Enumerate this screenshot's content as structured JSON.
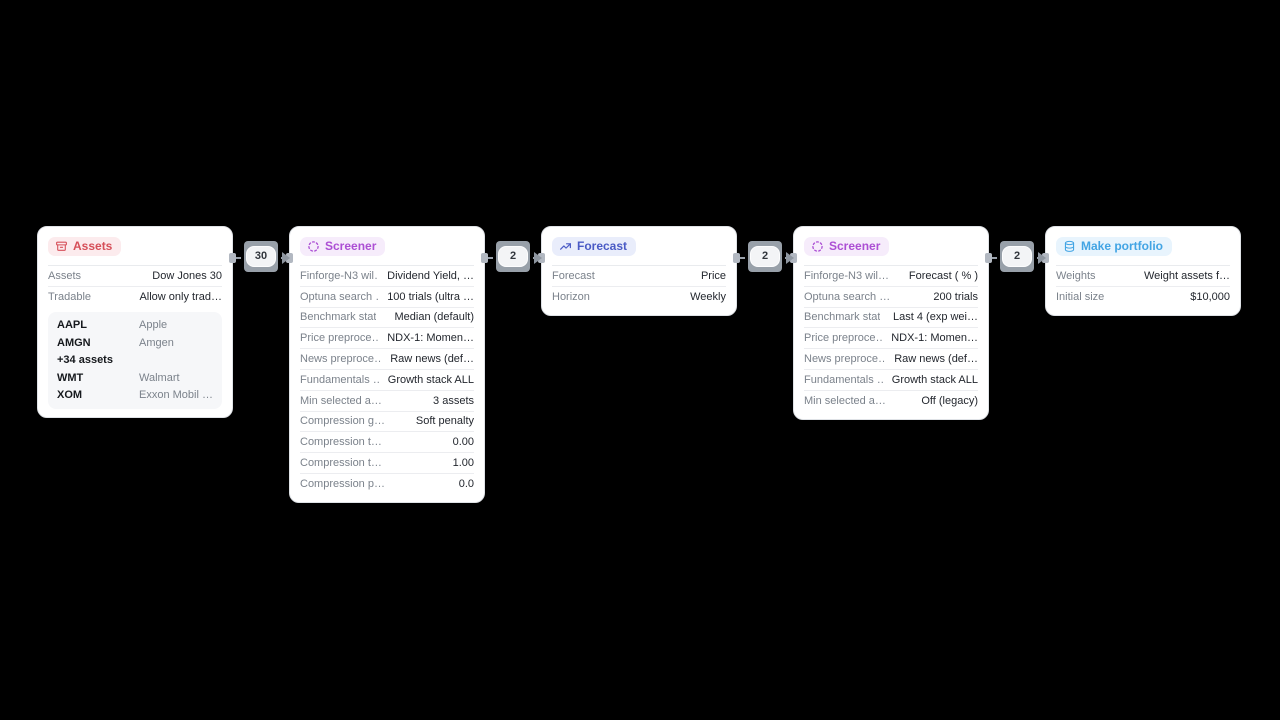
{
  "app": {
    "kind": "pipeline-flow-editor",
    "background": "#000000"
  },
  "nodes": [
    {
      "id": "assets",
      "title": "Assets",
      "icon": "bank-icon",
      "accent": {
        "text": "#d64f59",
        "bg": "#fcebed"
      },
      "rows": [
        {
          "label": "Assets",
          "value": "Dow Jones 30"
        },
        {
          "label": "Tradable",
          "value": "Allow only trad…"
        }
      ],
      "asset_list": [
        {
          "ticker": "AAPL",
          "name": "Apple"
        },
        {
          "ticker": "AMGN",
          "name": "Amgen"
        },
        {
          "ticker": "+34 assets",
          "name": ""
        },
        {
          "ticker": "WMT",
          "name": "Walmart"
        },
        {
          "ticker": "XOM",
          "name": "Exxon Mobil …"
        }
      ]
    },
    {
      "id": "screener-1",
      "title": "Screener",
      "icon": "dashed-circle-icon",
      "accent": {
        "text": "#ac4fd4",
        "bg": "#f6ecfb"
      },
      "rows": [
        {
          "label": "Finforge-N3 wil…",
          "value": "Dividend Yield, …"
        },
        {
          "label": "Optuna search …",
          "value": "100 trials (ultra …"
        },
        {
          "label": "Benchmark stat",
          "value": "Median (default)"
        },
        {
          "label": "Price preproce…",
          "value": "NDX-1: Momen…"
        },
        {
          "label": "News preproce…",
          "value": "Raw news (def…"
        },
        {
          "label": "Fundamentals …",
          "value": "Growth stack ALL"
        },
        {
          "label": "Min selected a…",
          "value": "3 assets"
        },
        {
          "label": "Compression g…",
          "value": "Soft penalty"
        },
        {
          "label": "Compression t…",
          "value": "0.00"
        },
        {
          "label": "Compression t…",
          "value": "1.00"
        },
        {
          "label": "Compression p…",
          "value": "0.0"
        }
      ]
    },
    {
      "id": "forecast",
      "title": "Forecast",
      "icon": "trend-up-icon",
      "accent": {
        "text": "#4a5ac5",
        "bg": "#e9edfb"
      },
      "rows": [
        {
          "label": "Forecast",
          "value": "Price"
        },
        {
          "label": "Horizon",
          "value": "Weekly"
        }
      ]
    },
    {
      "id": "screener-2",
      "title": "Screener",
      "icon": "dashed-circle-icon",
      "accent": {
        "text": "#ac4fd4",
        "bg": "#f6ecfb"
      },
      "rows": [
        {
          "label": "Finforge-N3 wil…",
          "value": "Forecast ( % )"
        },
        {
          "label": "Optuna search …",
          "value": "200 trials"
        },
        {
          "label": "Benchmark stat",
          "value": "Last 4 (exp wei…"
        },
        {
          "label": "Price preproce…",
          "value": "NDX-1: Momen…"
        },
        {
          "label": "News preproce…",
          "value": "Raw news (def…"
        },
        {
          "label": "Fundamentals …",
          "value": "Growth stack ALL"
        },
        {
          "label": "Min selected a…",
          "value": "Off (legacy)"
        }
      ]
    },
    {
      "id": "make-portfolio",
      "title": "Make portfolio",
      "icon": "database-icon",
      "accent": {
        "text": "#42a4e4",
        "bg": "#e8f4fd"
      },
      "rows": [
        {
          "label": "Weights",
          "value": "Weight assets f…"
        },
        {
          "label": "Initial size",
          "value": "$10,000"
        }
      ]
    }
  ],
  "edges": [
    {
      "from": "assets",
      "to": "screener-1",
      "count": "30"
    },
    {
      "from": "screener-1",
      "to": "forecast",
      "count": "2"
    },
    {
      "from": "forecast",
      "to": "screener-2",
      "count": "2"
    },
    {
      "from": "screener-2",
      "to": "make-portfolio",
      "count": "2"
    }
  ]
}
